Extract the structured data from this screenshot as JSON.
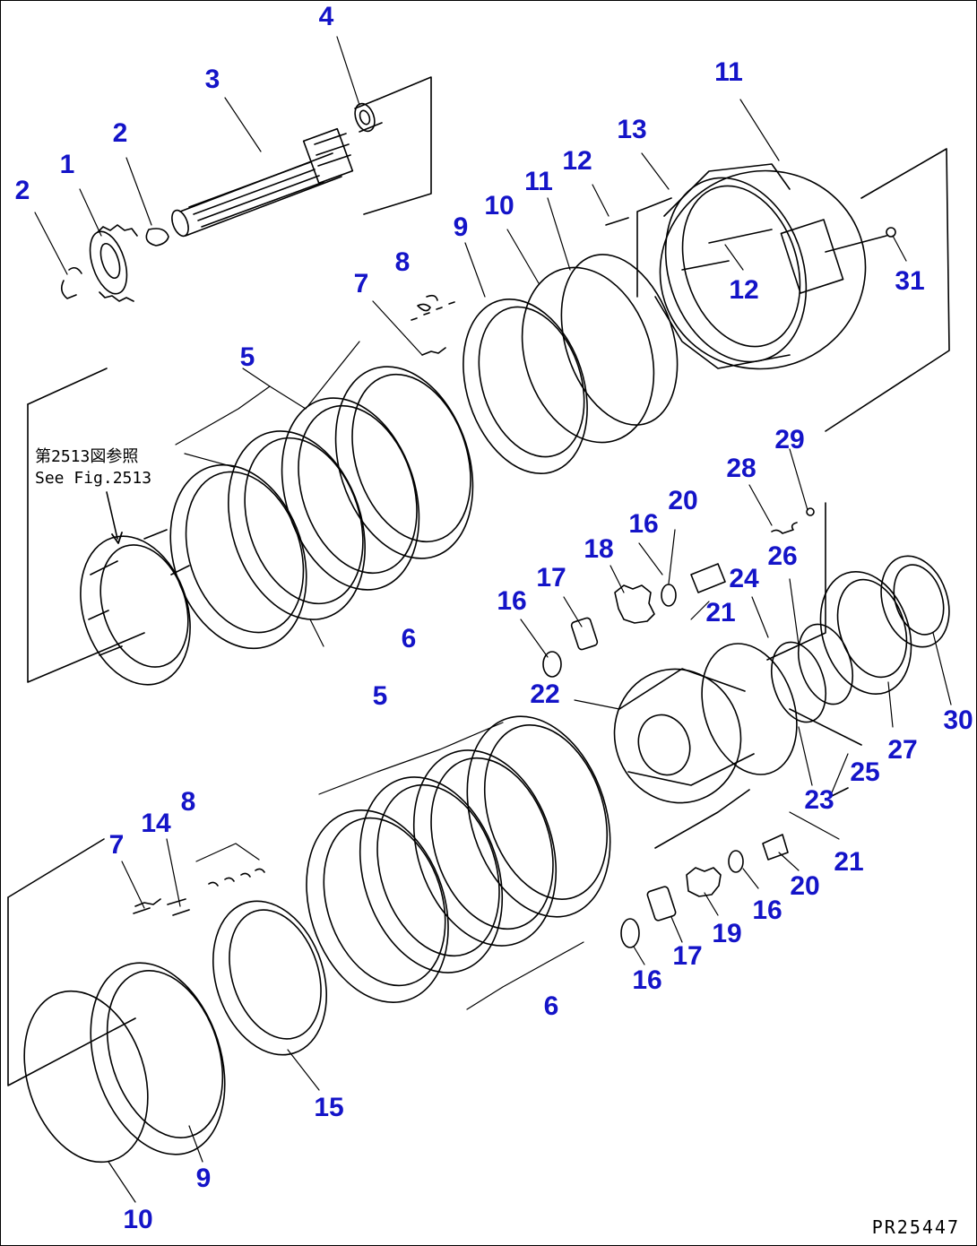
{
  "diagram": {
    "drawing_id": "PR25447",
    "reference_jp": "第2513図参照",
    "reference_en": "See Fig.2513",
    "callout_color": "#1414c8",
    "line_color": "#000000",
    "callouts": [
      {
        "id": "c1",
        "label": "2"
      },
      {
        "id": "c2",
        "label": "1"
      },
      {
        "id": "c3",
        "label": "2"
      },
      {
        "id": "c4",
        "label": "3"
      },
      {
        "id": "c5",
        "label": "4"
      },
      {
        "id": "c6",
        "label": "11"
      },
      {
        "id": "c7",
        "label": "13"
      },
      {
        "id": "c8",
        "label": "12"
      },
      {
        "id": "c9",
        "label": "11"
      },
      {
        "id": "c10",
        "label": "10"
      },
      {
        "id": "c11",
        "label": "9"
      },
      {
        "id": "c12",
        "label": "12"
      },
      {
        "id": "c13",
        "label": "31"
      },
      {
        "id": "c14",
        "label": "8"
      },
      {
        "id": "c15",
        "label": "7"
      },
      {
        "id": "c16",
        "label": "5"
      },
      {
        "id": "c17",
        "label": "6"
      },
      {
        "id": "c18",
        "label": "29"
      },
      {
        "id": "c19",
        "label": "28"
      },
      {
        "id": "c20",
        "label": "20"
      },
      {
        "id": "c21",
        "label": "16"
      },
      {
        "id": "c22",
        "label": "18"
      },
      {
        "id": "c23",
        "label": "17"
      },
      {
        "id": "c24",
        "label": "26"
      },
      {
        "id": "c25",
        "label": "24"
      },
      {
        "id": "c26",
        "label": "21"
      },
      {
        "id": "c27",
        "label": "16"
      },
      {
        "id": "c28",
        "label": "22"
      },
      {
        "id": "c29",
        "label": "5"
      },
      {
        "id": "c30",
        "label": "30"
      },
      {
        "id": "c31",
        "label": "27"
      },
      {
        "id": "c32",
        "label": "25"
      },
      {
        "id": "c33",
        "label": "23"
      },
      {
        "id": "c34",
        "label": "8"
      },
      {
        "id": "c35",
        "label": "14"
      },
      {
        "id": "c36",
        "label": "7"
      },
      {
        "id": "c37",
        "label": "21"
      },
      {
        "id": "c38",
        "label": "20"
      },
      {
        "id": "c39",
        "label": "16"
      },
      {
        "id": "c40",
        "label": "19"
      },
      {
        "id": "c41",
        "label": "17"
      },
      {
        "id": "c42",
        "label": "16"
      },
      {
        "id": "c43",
        "label": "6"
      },
      {
        "id": "c44",
        "label": "15"
      },
      {
        "id": "c45",
        "label": "9"
      },
      {
        "id": "c46",
        "label": "10"
      }
    ]
  }
}
